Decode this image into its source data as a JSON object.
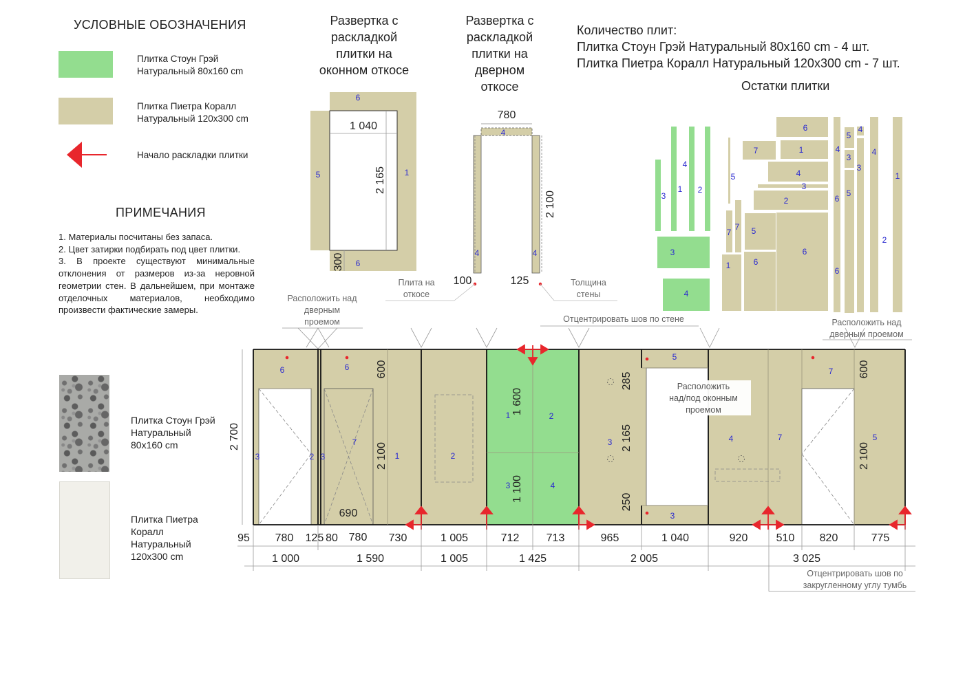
{
  "legend": {
    "title": "УСЛОВНЫЕ ОБОЗНАЧЕНИЯ",
    "items": [
      {
        "label_line1": "Плитка Стоун Грэй",
        "label_line2": "Натуральный 80x160 cm",
        "color": "#93dd8f"
      },
      {
        "label_line1": "Плитка Пиетра Коралл",
        "label_line2": "Натуральный 120x300 cm",
        "color": "#d4cea8"
      },
      {
        "label_line1": "Начало раскладки плитки",
        "label_line2": "",
        "color": "#e8262c"
      }
    ]
  },
  "notes": {
    "title": "ПРИМЕЧАНИЯ",
    "items": [
      "1. Материалы посчитаны без запаса.",
      "2. Цвет затирки подбирать под цвет плитки.",
      "3. В проекте существуют минимальные отклонения от размеров из-за неровной геометрии стен. В дальнейшем, при монтаже отделочных материалов, необходимо произвести фактические замеры."
    ]
  },
  "samples": [
    {
      "line1": "Плитка Стоун Грэй",
      "line2": "Натуральный",
      "line3": "80x160 cm"
    },
    {
      "line1": "Плитка Пиетра",
      "line2": "Коралл",
      "line3": "Натуральный",
      "line4": "120x300 cm"
    }
  ],
  "window_slope": {
    "title_lines": [
      "Развертка с",
      "раскладкой",
      "плитки на",
      "оконном откосе"
    ],
    "dims": {
      "width": "1 040",
      "height": "2 165",
      "bottom": "300"
    },
    "pieces": [
      "6",
      "5",
      "1",
      "6"
    ]
  },
  "door_slope": {
    "title_lines": [
      "Развертка с",
      "раскладкой",
      "плитки на",
      "дверном",
      "откосе"
    ],
    "dims": {
      "width": "780",
      "height": "2 100",
      "left": "100",
      "right": "125"
    },
    "pieces": [
      "4",
      "4",
      "4"
    ],
    "labels": {
      "slab": "Плита на",
      "slab2": "откосе",
      "wall": "Толщина",
      "wall2": "стены"
    }
  },
  "quantity": {
    "title": "Количество плит:",
    "line1": "Плитка Стоун Грэй Натуральный 80x160 cm  - 4 шт.",
    "line2": "Плитка Пиетра Коралл Натуральный 120x300 cm - 7 шт."
  },
  "remnants": {
    "title": "Остатки плитки",
    "labels": [
      "3",
      "4",
      "1",
      "2",
      "3",
      "4",
      "5",
      "7",
      "7",
      "1",
      "5",
      "6",
      "7",
      "1",
      "4",
      "3",
      "2",
      "6",
      "6",
      "5",
      "4",
      "3",
      "4",
      "3",
      "5",
      "6",
      "6",
      "4",
      "1",
      "2"
    ]
  },
  "wall": {
    "notes": {
      "door_top_left": [
        "Расположить над",
        "дверным",
        "проемом"
      ],
      "center_seam": "Отцентрировать шов по стене",
      "door_top_right": [
        "Расположить над",
        "дверным проемом"
      ],
      "window": [
        "Расположить",
        "над/под оконным",
        "проемом"
      ],
      "seam_round": [
        "Отцентрировать шов по",
        "закругленному углу тумбь"
      ]
    },
    "height": "2 700",
    "inner_dims": {
      "d600a": "600",
      "d2100a": "2 100",
      "d690": "690",
      "d1600": "1 600",
      "d1100": "1 100",
      "d285": "285",
      "d2165": "2 165",
      "d250": "250",
      "d600b": "600",
      "d2100b": "2 100"
    },
    "piece_labels": [
      "6",
      "3",
      "2",
      "6",
      "3",
      "7",
      "1",
      "2",
      "1",
      "2",
      "3",
      "4",
      "3",
      "5",
      "3",
      "4",
      "7",
      "7",
      "5"
    ],
    "dims_row1": [
      "95",
      "780",
      "125",
      "80",
      "780",
      "730",
      "1 005",
      "712",
      "713",
      "965",
      "1 040",
      "920",
      "510",
      "820",
      "775"
    ],
    "dims_row2": [
      "1 000",
      "1 590",
      "1 005",
      "1 425",
      "2 005",
      "3 025"
    ]
  },
  "colors": {
    "green": "#93dd8f",
    "beige": "#d4cea8",
    "red": "#e8262c",
    "blue": "#2b2bd0",
    "line": "#111111"
  }
}
